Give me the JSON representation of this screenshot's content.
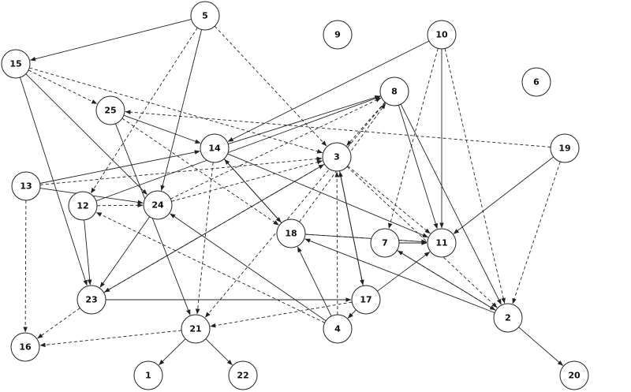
{
  "graph": {
    "nodes": [
      {
        "id": "1",
        "label": "1"
      },
      {
        "id": "2",
        "label": "2"
      },
      {
        "id": "3",
        "label": "3"
      },
      {
        "id": "4",
        "label": "4"
      },
      {
        "id": "5",
        "label": "5"
      },
      {
        "id": "6",
        "label": "6"
      },
      {
        "id": "7",
        "label": "7"
      },
      {
        "id": "8",
        "label": "8"
      },
      {
        "id": "9",
        "label": "9"
      },
      {
        "id": "10",
        "label": "10"
      },
      {
        "id": "11",
        "label": "11"
      },
      {
        "id": "12",
        "label": "12"
      },
      {
        "id": "13",
        "label": "13"
      },
      {
        "id": "14",
        "label": "14"
      },
      {
        "id": "15",
        "label": "15"
      },
      {
        "id": "16",
        "label": "16"
      },
      {
        "id": "17",
        "label": "17"
      },
      {
        "id": "18",
        "label": "18"
      },
      {
        "id": "19",
        "label": "19"
      },
      {
        "id": "20",
        "label": "20"
      },
      {
        "id": "21",
        "label": "21"
      },
      {
        "id": "22",
        "label": "22"
      },
      {
        "id": "23",
        "label": "23"
      },
      {
        "id": "24",
        "label": "24"
      },
      {
        "id": "25",
        "label": "25"
      }
    ],
    "edges": [
      {
        "from": "5",
        "to": "15",
        "style": "solid"
      },
      {
        "from": "5",
        "to": "24",
        "style": "solid"
      },
      {
        "from": "5",
        "to": "3",
        "style": "dashed"
      },
      {
        "from": "5",
        "to": "12",
        "style": "dashed"
      },
      {
        "from": "15",
        "to": "23",
        "style": "solid"
      },
      {
        "from": "15",
        "to": "24",
        "style": "solid"
      },
      {
        "from": "15",
        "to": "25",
        "style": "dashed"
      },
      {
        "from": "15",
        "to": "3",
        "style": "dashed"
      },
      {
        "from": "25",
        "to": "14",
        "style": "solid"
      },
      {
        "from": "25",
        "to": "21",
        "style": "solid"
      },
      {
        "from": "25",
        "to": "18",
        "style": "dashed"
      },
      {
        "from": "10",
        "to": "14",
        "style": "solid"
      },
      {
        "from": "10",
        "to": "11",
        "style": "solid"
      },
      {
        "from": "10",
        "to": "7",
        "style": "dashed"
      },
      {
        "from": "10",
        "to": "2",
        "style": "dashed"
      },
      {
        "from": "8",
        "to": "11",
        "style": "solid"
      },
      {
        "from": "8",
        "to": "2",
        "style": "solid"
      },
      {
        "from": "8",
        "to": "3",
        "style": "dashed"
      },
      {
        "from": "8",
        "to": "21",
        "style": "dashed"
      },
      {
        "from": "14",
        "to": "8",
        "style": "solid"
      },
      {
        "from": "14",
        "to": "18",
        "style": "solid"
      },
      {
        "from": "14",
        "to": "11",
        "style": "solid"
      },
      {
        "from": "14",
        "to": "21",
        "style": "dashed"
      },
      {
        "from": "18",
        "to": "14",
        "style": "solid"
      },
      {
        "from": "18",
        "to": "11",
        "style": "solid"
      },
      {
        "from": "18",
        "to": "8",
        "style": "dashed"
      },
      {
        "from": "18",
        "to": "11",
        "style": "dashed"
      },
      {
        "from": "13",
        "to": "14",
        "style": "solid"
      },
      {
        "from": "13",
        "to": "24",
        "style": "solid"
      },
      {
        "from": "13",
        "to": "3",
        "style": "dashed"
      },
      {
        "from": "13",
        "to": "16",
        "style": "dashed"
      },
      {
        "from": "12",
        "to": "23",
        "style": "solid"
      },
      {
        "from": "12",
        "to": "8",
        "style": "solid"
      },
      {
        "from": "12",
        "to": "24",
        "style": "dashed"
      },
      {
        "from": "24",
        "to": "23",
        "style": "solid"
      },
      {
        "from": "24",
        "to": "3",
        "style": "dashed"
      },
      {
        "from": "24",
        "to": "8",
        "style": "dashed"
      },
      {
        "from": "3",
        "to": "23",
        "style": "solid"
      },
      {
        "from": "3",
        "to": "17",
        "style": "solid"
      },
      {
        "from": "3",
        "to": "11",
        "style": "dashed"
      },
      {
        "from": "3",
        "to": "2",
        "style": "dashed"
      },
      {
        "from": "23",
        "to": "3",
        "style": "dashed"
      },
      {
        "from": "23",
        "to": "17",
        "style": "solid"
      },
      {
        "from": "23",
        "to": "16",
        "style": "dashed"
      },
      {
        "from": "17",
        "to": "3",
        "style": "solid"
      },
      {
        "from": "17",
        "to": "4",
        "style": "solid"
      },
      {
        "from": "17",
        "to": "11",
        "style": "solid"
      },
      {
        "from": "17",
        "to": "21",
        "style": "dashed"
      },
      {
        "from": "4",
        "to": "18",
        "style": "solid"
      },
      {
        "from": "4",
        "to": "24",
        "style": "solid"
      },
      {
        "from": "4",
        "to": "3",
        "style": "dashed"
      },
      {
        "from": "4",
        "to": "12",
        "style": "dashed"
      },
      {
        "from": "21",
        "to": "1",
        "style": "solid"
      },
      {
        "from": "21",
        "to": "22",
        "style": "solid"
      },
      {
        "from": "21",
        "to": "16",
        "style": "dashed"
      },
      {
        "from": "7",
        "to": "11",
        "style": "solid"
      },
      {
        "from": "7",
        "to": "2",
        "style": "solid"
      },
      {
        "from": "2",
        "to": "18",
        "style": "solid"
      },
      {
        "from": "2",
        "to": "20",
        "style": "solid"
      },
      {
        "from": "2",
        "to": "7",
        "style": "dashed"
      },
      {
        "from": "19",
        "to": "11",
        "style": "solid"
      },
      {
        "from": "19",
        "to": "25",
        "style": "dashed"
      },
      {
        "from": "19",
        "to": "2",
        "style": "dashed"
      }
    ]
  }
}
